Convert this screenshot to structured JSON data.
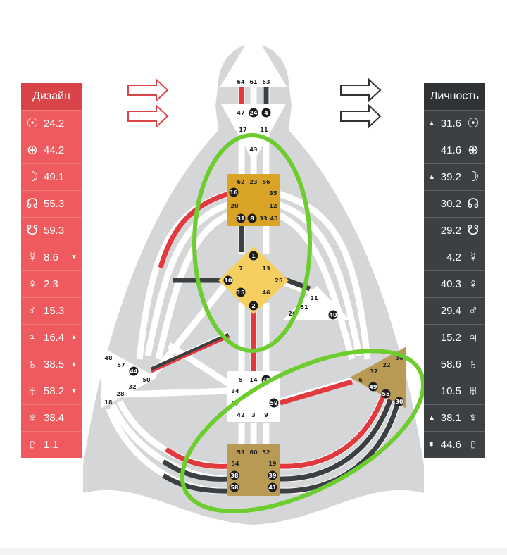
{
  "design_panel": {
    "title": "Дизайн",
    "rows": [
      {
        "symbol": "☉",
        "value": "24.2",
        "marker": ""
      },
      {
        "symbol": "⊕",
        "value": "44.2",
        "marker": ""
      },
      {
        "symbol": "☽",
        "value": "49.1",
        "marker": ""
      },
      {
        "symbol": "☊",
        "value": "55.3",
        "marker": ""
      },
      {
        "symbol": "☋",
        "value": "59.3",
        "marker": ""
      },
      {
        "symbol": "☿",
        "value": "8.6",
        "marker": "▼"
      },
      {
        "symbol": "♀",
        "value": "2.3",
        "marker": ""
      },
      {
        "symbol": "♂",
        "value": "15.3",
        "marker": ""
      },
      {
        "symbol": "♃",
        "value": "16.4",
        "marker": "▲"
      },
      {
        "symbol": "♄",
        "value": "38.5",
        "marker": "▲"
      },
      {
        "symbol": "♅",
        "value": "58.2",
        "marker": "▼"
      },
      {
        "symbol": "♆",
        "value": "38.4",
        "marker": ""
      },
      {
        "symbol": "♇",
        "value": "1.1",
        "marker": ""
      }
    ]
  },
  "personality_panel": {
    "title": "Личность",
    "rows": [
      {
        "symbol": "☉",
        "value": "31.6",
        "marker": "▲"
      },
      {
        "symbol": "⊕",
        "value": "41.6",
        "marker": ""
      },
      {
        "symbol": "☽",
        "value": "39.2",
        "marker": "▲"
      },
      {
        "symbol": "☊",
        "value": "30.2",
        "marker": ""
      },
      {
        "symbol": "☋",
        "value": "29.2",
        "marker": ""
      },
      {
        "symbol": "☿",
        "value": "4.2",
        "marker": ""
      },
      {
        "symbol": "♀",
        "value": "40.3",
        "marker": ""
      },
      {
        "symbol": "♂",
        "value": "29.4",
        "marker": ""
      },
      {
        "symbol": "♃",
        "value": "15.2",
        "marker": ""
      },
      {
        "symbol": "♄",
        "value": "58.6",
        "marker": ""
      },
      {
        "symbol": "♅",
        "value": "10.5",
        "marker": ""
      },
      {
        "symbol": "♆",
        "value": "38.1",
        "marker": "▲"
      },
      {
        "symbol": "♇",
        "value": "44.6",
        "marker": "✸"
      }
    ]
  },
  "icons": {
    "design_arrows": "arrow-right-outline-icon",
    "personality_arrows": "arrow-right-outline-icon"
  },
  "colors": {
    "design": "#ee5a5d",
    "personality": "#3d4043",
    "highlight": "#6dcc2e",
    "center_gold": "#d9a426",
    "center_light_gold": "#f5cf5f",
    "center_brown": "#b99a55"
  },
  "gates": {
    "head": [
      "64",
      "61",
      "63"
    ],
    "ajna": [
      "47",
      "24",
      "4",
      "17",
      "11",
      "43"
    ],
    "throat": [
      "62",
      "23",
      "56",
      "16",
      "35",
      "20",
      "12",
      "31",
      "8",
      "33",
      "45"
    ],
    "g": [
      "1",
      "7",
      "13",
      "10",
      "25",
      "15",
      "46",
      "2"
    ],
    "heart": [
      "21",
      "51",
      "26",
      "40"
    ],
    "spleen": [
      "48",
      "57",
      "44",
      "50",
      "32",
      "28",
      "18"
    ],
    "sacral": [
      "5",
      "14",
      "29",
      "34",
      "27",
      "59",
      "42",
      "3",
      "9"
    ],
    "solar_plexus": [
      "36",
      "22",
      "37",
      "6",
      "49",
      "55",
      "30"
    ],
    "root": [
      "53",
      "60",
      "52",
      "54",
      "19",
      "38",
      "39",
      "58",
      "41"
    ]
  }
}
